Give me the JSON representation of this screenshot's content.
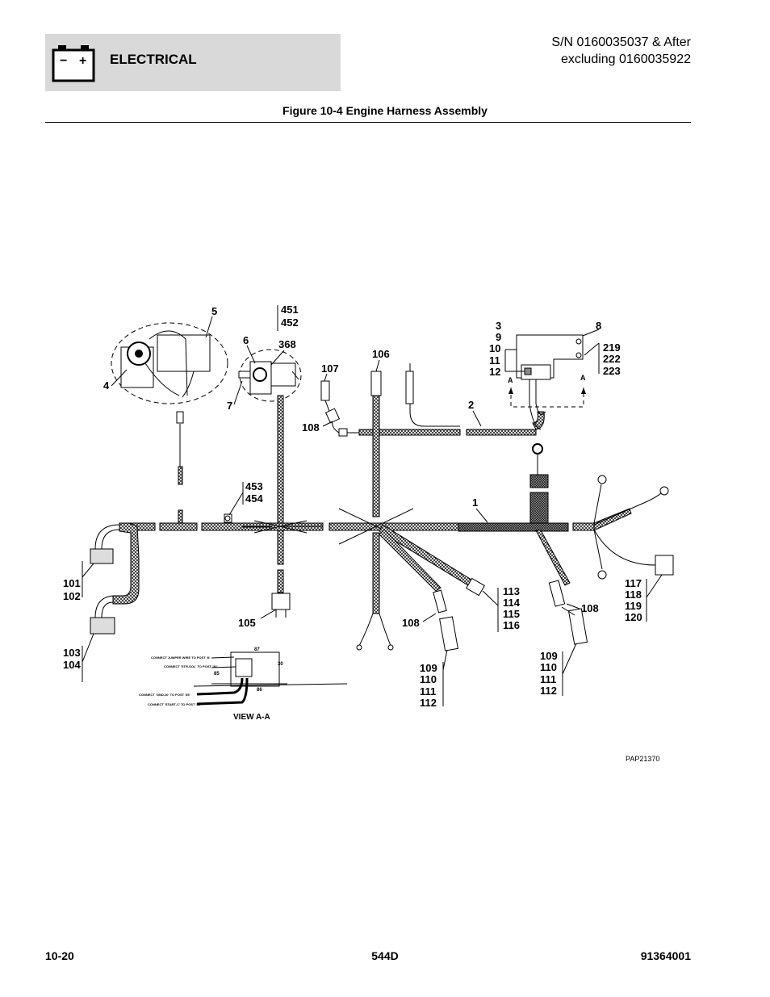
{
  "header": {
    "section_title": "ELECTRICAL",
    "serial_line1": "S/N 0160035037 & After",
    "serial_line2": "excluding 0160035922",
    "battery_icon": "battery-icon",
    "battery_minus": "−",
    "battery_plus": "+"
  },
  "figure": {
    "title": "Figure 10-4 Engine Harness Assembly",
    "drawing_number": "PAP21370",
    "view_label": "VIEW A-A",
    "section_marker": "A",
    "callouts": {
      "c1": "1",
      "c2": "2",
      "c4": "4",
      "c5": "5",
      "c6": "6",
      "c7": "7",
      "c8": "8",
      "c3_12": [
        "3",
        "9",
        "10",
        "11",
        "12"
      ],
      "c368": "368",
      "c451": [
        "451",
        "452"
      ],
      "c453": [
        "453",
        "454"
      ],
      "c106": "106",
      "c107": "107",
      "c108a": "108",
      "c108b": "108",
      "c108c": "108",
      "c105": "105",
      "c101": [
        "101",
        "102"
      ],
      "c103": [
        "103",
        "104"
      ],
      "c113": [
        "113",
        "114",
        "115",
        "116"
      ],
      "c109a": [
        "109",
        "110",
        "111",
        "112"
      ],
      "c109b": [
        "109",
        "110",
        "111",
        "112"
      ],
      "c117": [
        "117",
        "118",
        "119",
        "120"
      ],
      "c219": [
        "219",
        "222",
        "223"
      ]
    },
    "view_notes": {
      "n1": "CONNECT JUMPER WIRE TO POST 'tt'",
      "n2": "CONNECT 'STR-SOL' TO POST '30'",
      "n3": "CONNECT 'GND-10' TO POST '85'",
      "n4": "CONNECT 'START-C' TO POST '86'",
      "p87": "87",
      "p30": "30",
      "p85": "85",
      "p86": "86"
    }
  },
  "footer": {
    "page_number": "10-20",
    "model": "544D",
    "part_number": "91364001"
  }
}
